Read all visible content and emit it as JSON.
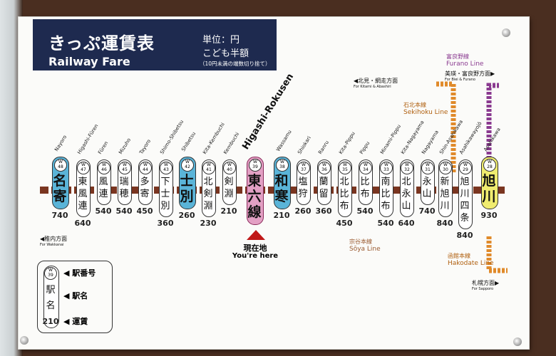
{
  "header": {
    "title_ja": "きっぷ運賃表",
    "title_en": "Railway Fare",
    "unit": "単位：円",
    "child_fare": "こども半額",
    "note": "（10円未満の端数切り捨て）"
  },
  "current_station": {
    "name_en": "Higashi-Rokusen",
    "here_ja": "現在地",
    "here_en": "You're here"
  },
  "stations": [
    {
      "en": "Nayoro",
      "num": "48",
      "kanji": [
        "名",
        "寄"
      ],
      "fare": "740",
      "style": "blue"
    },
    {
      "en": "Higashi-Fūren",
      "num": "47",
      "kanji": [
        "東",
        "風",
        "連"
      ],
      "fare": "640",
      "style": "plain"
    },
    {
      "en": "Fūren",
      "num": "46",
      "kanji": [
        "風",
        "連"
      ],
      "fare": "540",
      "style": "plain"
    },
    {
      "en": "Mizuho",
      "num": "45",
      "kanji": [
        "瑞",
        "穂"
      ],
      "fare": "540",
      "style": "plain"
    },
    {
      "en": "Tayoro",
      "num": "44",
      "kanji": [
        "多",
        "寄"
      ],
      "fare": "450",
      "style": "plain"
    },
    {
      "en": "Shimo-Shibetsu",
      "num": "43",
      "kanji": [
        "下",
        "士",
        "別"
      ],
      "fare": "360",
      "style": "plain"
    },
    {
      "en": "Shibetsu",
      "num": "42",
      "kanji": [
        "士",
        "別"
      ],
      "fare": "260",
      "style": "blue"
    },
    {
      "en": "Kita-Kembuchi",
      "num": "41",
      "kanji": [
        "北",
        "剣",
        "淵"
      ],
      "fare": "230",
      "style": "plain"
    },
    {
      "en": "Kembuchi",
      "num": "40",
      "kanji": [
        "剣",
        "淵"
      ],
      "fare": "210",
      "style": "plain"
    },
    {
      "en": "",
      "num": "39",
      "kanji": [
        "東",
        "六",
        "線"
      ],
      "fare": "",
      "style": "current"
    },
    {
      "en": "Wassamu",
      "num": "38",
      "kanji": [
        "和",
        "寒"
      ],
      "fare": "210",
      "style": "blue"
    },
    {
      "en": "Shiokari",
      "num": "37",
      "kanji": [
        "塩",
        "狩"
      ],
      "fare": "260",
      "style": "plain"
    },
    {
      "en": "Ranru",
      "num": "36",
      "kanji": [
        "蘭",
        "留"
      ],
      "fare": "360",
      "style": "plain"
    },
    {
      "en": "Kita-Pippu",
      "num": "35",
      "kanji": [
        "北",
        "比",
        "布"
      ],
      "fare": "450",
      "style": "plain"
    },
    {
      "en": "Pippu",
      "num": "34",
      "kanji": [
        "比",
        "布"
      ],
      "fare": "540",
      "style": "plain"
    },
    {
      "en": "Minami-Pippu",
      "num": "33",
      "kanji": [
        "南",
        "比",
        "布"
      ],
      "fare": "540",
      "style": "plain"
    },
    {
      "en": "Kita-Nagayama",
      "num": "32",
      "kanji": [
        "北",
        "永",
        "山"
      ],
      "fare": "640",
      "style": "plain"
    },
    {
      "en": "Nagayama",
      "num": "31",
      "kanji": [
        "永",
        "山"
      ],
      "fare": "740",
      "style": "plain"
    },
    {
      "en": "Shin-Asahikawa",
      "num": "30",
      "kanji": [
        "新",
        "旭",
        "川"
      ],
      "fare": "840",
      "style": "plain"
    },
    {
      "en": "Asahikawayojō",
      "num": "29",
      "kanji": [
        "旭",
        "川",
        "四",
        "条"
      ],
      "fare": "840",
      "style": "plain"
    },
    {
      "en": "Asahikawa",
      "num": "28",
      "kanji": [
        "旭",
        "川"
      ],
      "fare": "930",
      "style": "yellow"
    }
  ],
  "directions": {
    "wakkanai_ja": "◀稚内方面",
    "wakkanai_en": "For Wakkanai",
    "kitami_ja": "◀北見・網走方面",
    "kitami_en": "For Kitami & Abashiri",
    "biei_ja": "美瑛・富良野方面▶",
    "biei_en": "For Biei & Furano",
    "sapporo_ja": "札幌方面▶",
    "sapporo_en": "For Sapporo"
  },
  "lines": {
    "sekihoku_ja": "石北本線",
    "sekihoku_en": "Sekihoku Line",
    "furano_ja": "富良野線",
    "furano_en": "Furano Line",
    "soya_ja": "宗谷本線",
    "soya_en": "Sōya Line",
    "hakodate_ja": "函館本線",
    "hakodate_en": "Hakodate Line"
  },
  "legend": {
    "num": "39",
    "kanji": [
      "駅",
      "名"
    ],
    "fare": "210",
    "label_num": "◀ 駅番号",
    "label_name": "◀ 駅名",
    "label_fare": "◀ 運賃"
  },
  "colors": {
    "navy": "#1e2a4f",
    "blue": "#5ab4d8",
    "pink": "#e3a0c4",
    "yellow": "#f0ec70",
    "track": "#7a3520",
    "sekihoku": "#e08a2a",
    "furano": "#8a3a90",
    "red": "#c01818"
  }
}
